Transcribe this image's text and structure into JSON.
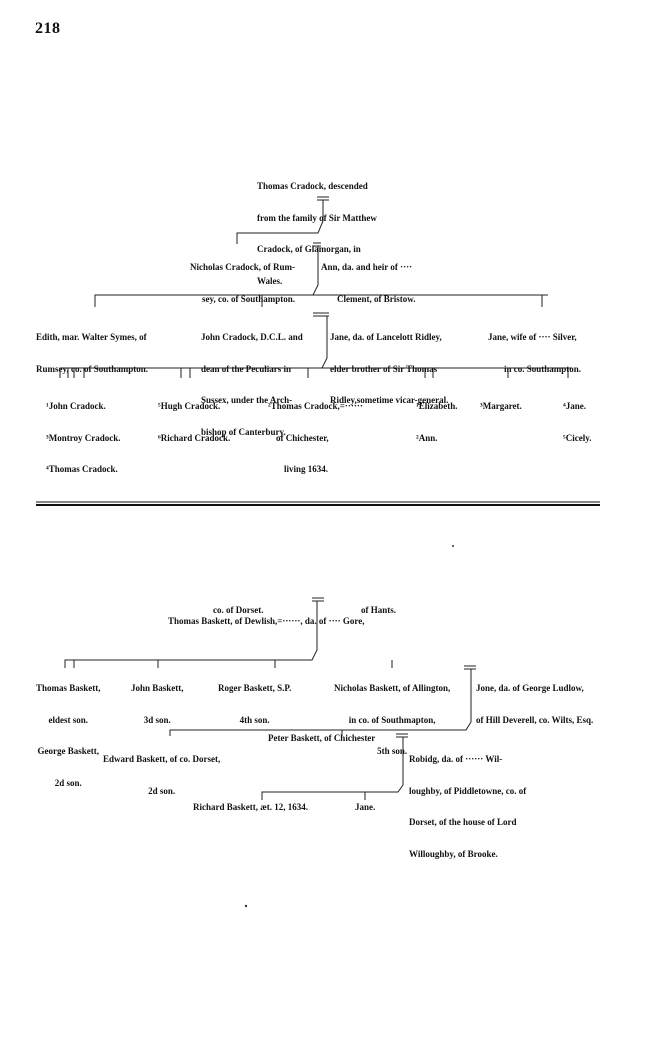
{
  "page_number": "218",
  "cradock": {
    "root": [
      "Thomas Cradock, descended",
      "from the family of Sir Matthew",
      "Cradock, of Glamorgan, in",
      "Wales."
    ],
    "nicholas": [
      "Nicholas Cradock, of Rum-",
      "sey, co. of Southampton."
    ],
    "ann": [
      "Ann, da. and heir of ····",
      "Clement, of Bristow."
    ],
    "edith": [
      "Edith, mar. Walter Symes, of",
      "Rumsey, co. of Southampton."
    ],
    "john": [
      "John Cradock, D.C.L. and",
      "dean of the Peculiars in",
      "Sussex, under the Arch-",
      "bishop of Canterbury."
    ],
    "jane_ridley": [
      "Jane, da. of Lancelott Ridley,",
      "elder brother of Sir Thomas",
      "Ridley,sometime vicar-general."
    ],
    "jane_silver": [
      "Jane, wife of ···· Silver,",
      "in co. Southampton."
    ],
    "children": {
      "c1": [
        "¹John Cradock.",
        "³Montroy Cradock.",
        "⁴Thomas Cradock."
      ],
      "c2": [
        "⁵Hugh Cradock.",
        "⁶Richard Cradock."
      ],
      "c3": [
        "²Thomas Cradock,=······",
        "of Chichester,",
        "living 1634."
      ],
      "c4": [
        "¹Elizabeth.",
        "²Ann."
      ],
      "c5": [
        "³Margaret."
      ],
      "c6": [
        "⁴Jane.",
        "⁵Cicely."
      ]
    }
  },
  "baskett": {
    "root": [
      "Thomas Baskett, of Dewlish,=······, da. of ···· Gore,",
      "co. of Dorset.",
      "of Hants."
    ],
    "thomas": [
      "Thomas Baskett,",
      "eldest son.",
      "George Baskett,",
      "2d son."
    ],
    "john": [
      "John Baskett,",
      "3d son."
    ],
    "roger": [
      "Roger Baskett, S.P.",
      "4th son."
    ],
    "nicholas": [
      "Nicholas Baskett, of Allington,",
      "in co. of Southmapton,",
      "5th son."
    ],
    "jone": [
      "Jone, da. of George Ludlow,",
      "of Hill Deverell, co. Wilts, Esq."
    ],
    "edward": [
      "Edward Baskett, of co. Dorset,",
      "2d son."
    ],
    "peter": [
      "Peter Baskett, of Chichester"
    ],
    "robidg": [
      "Robidg, da. of ······ Wil-",
      "loughby, of Piddletowne, co. of",
      "Dorset, of the house of Lord",
      "Willoughby, of Brooke."
    ],
    "richard": [
      "Richard Baskett, æt. 12, 1634."
    ],
    "jane": [
      "Jane."
    ]
  }
}
